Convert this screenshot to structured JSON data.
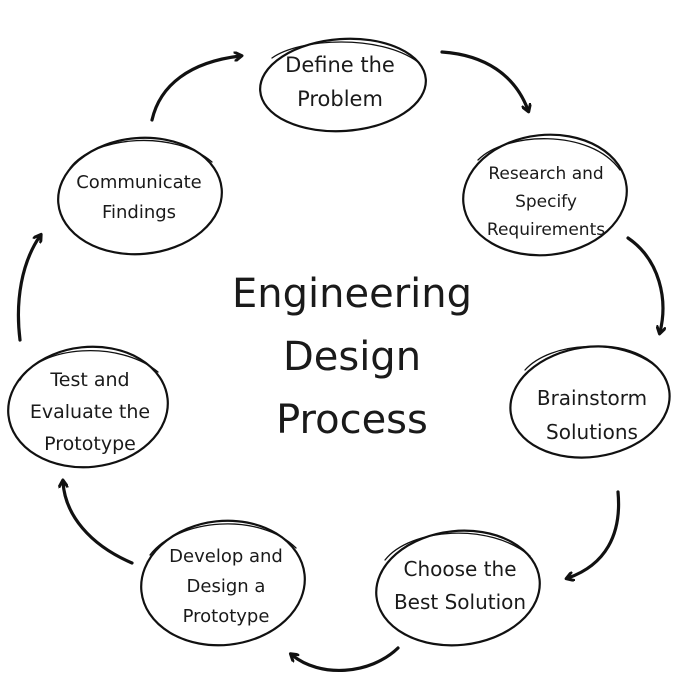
{
  "title": {
    "line1": "Engineering",
    "line2": "Design",
    "line3": "Process"
  },
  "steps": [
    {
      "line1": "Define the",
      "line2": "Problem"
    },
    {
      "line1": "Research and",
      "line2": "Specify",
      "line3": "Requirements"
    },
    {
      "line1": "Brainstorm",
      "line2": "Solutions"
    },
    {
      "line1": "Choose the",
      "line2": "Best Solution"
    },
    {
      "line1": "Develop and",
      "line2": "Design a",
      "line3": "Prototype"
    },
    {
      "line1": "Test and",
      "line2": "Evaluate the",
      "line3": "Prototype"
    },
    {
      "line1": "Communicate",
      "line2": "Findings"
    }
  ],
  "colors": {
    "ink": "#111111",
    "background": "#ffffff"
  }
}
